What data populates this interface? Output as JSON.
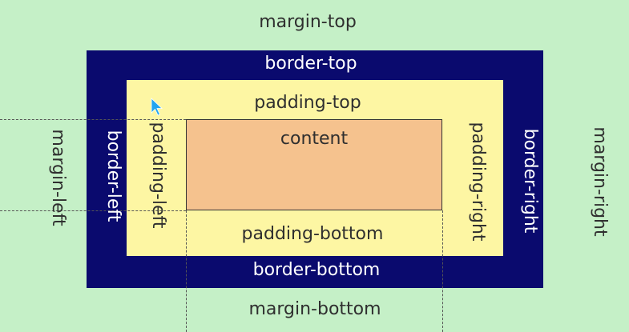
{
  "colors": {
    "margin": "#c5f0c7",
    "border": "#0a0a6e",
    "padding": "#fdf6a3",
    "content": "#f5c28e",
    "dark_text": "#2f2f2f",
    "light_text": "#ffffff",
    "cursor": "#22a5f0"
  },
  "labels": {
    "margin_top": "margin-top",
    "margin_bottom": "margin-bottom",
    "margin_left": "margin-left",
    "margin_right": "margin-right",
    "border_top": "border-top",
    "border_bottom": "border-bottom",
    "border_left": "border-left",
    "border_right": "border-right",
    "padding_top": "padding-top",
    "padding_bottom": "padding-bottom",
    "padding_left": "padding-left",
    "padding_right": "padding-right",
    "content": "content"
  },
  "icons": {
    "cursor": "pointer-cursor-icon"
  }
}
